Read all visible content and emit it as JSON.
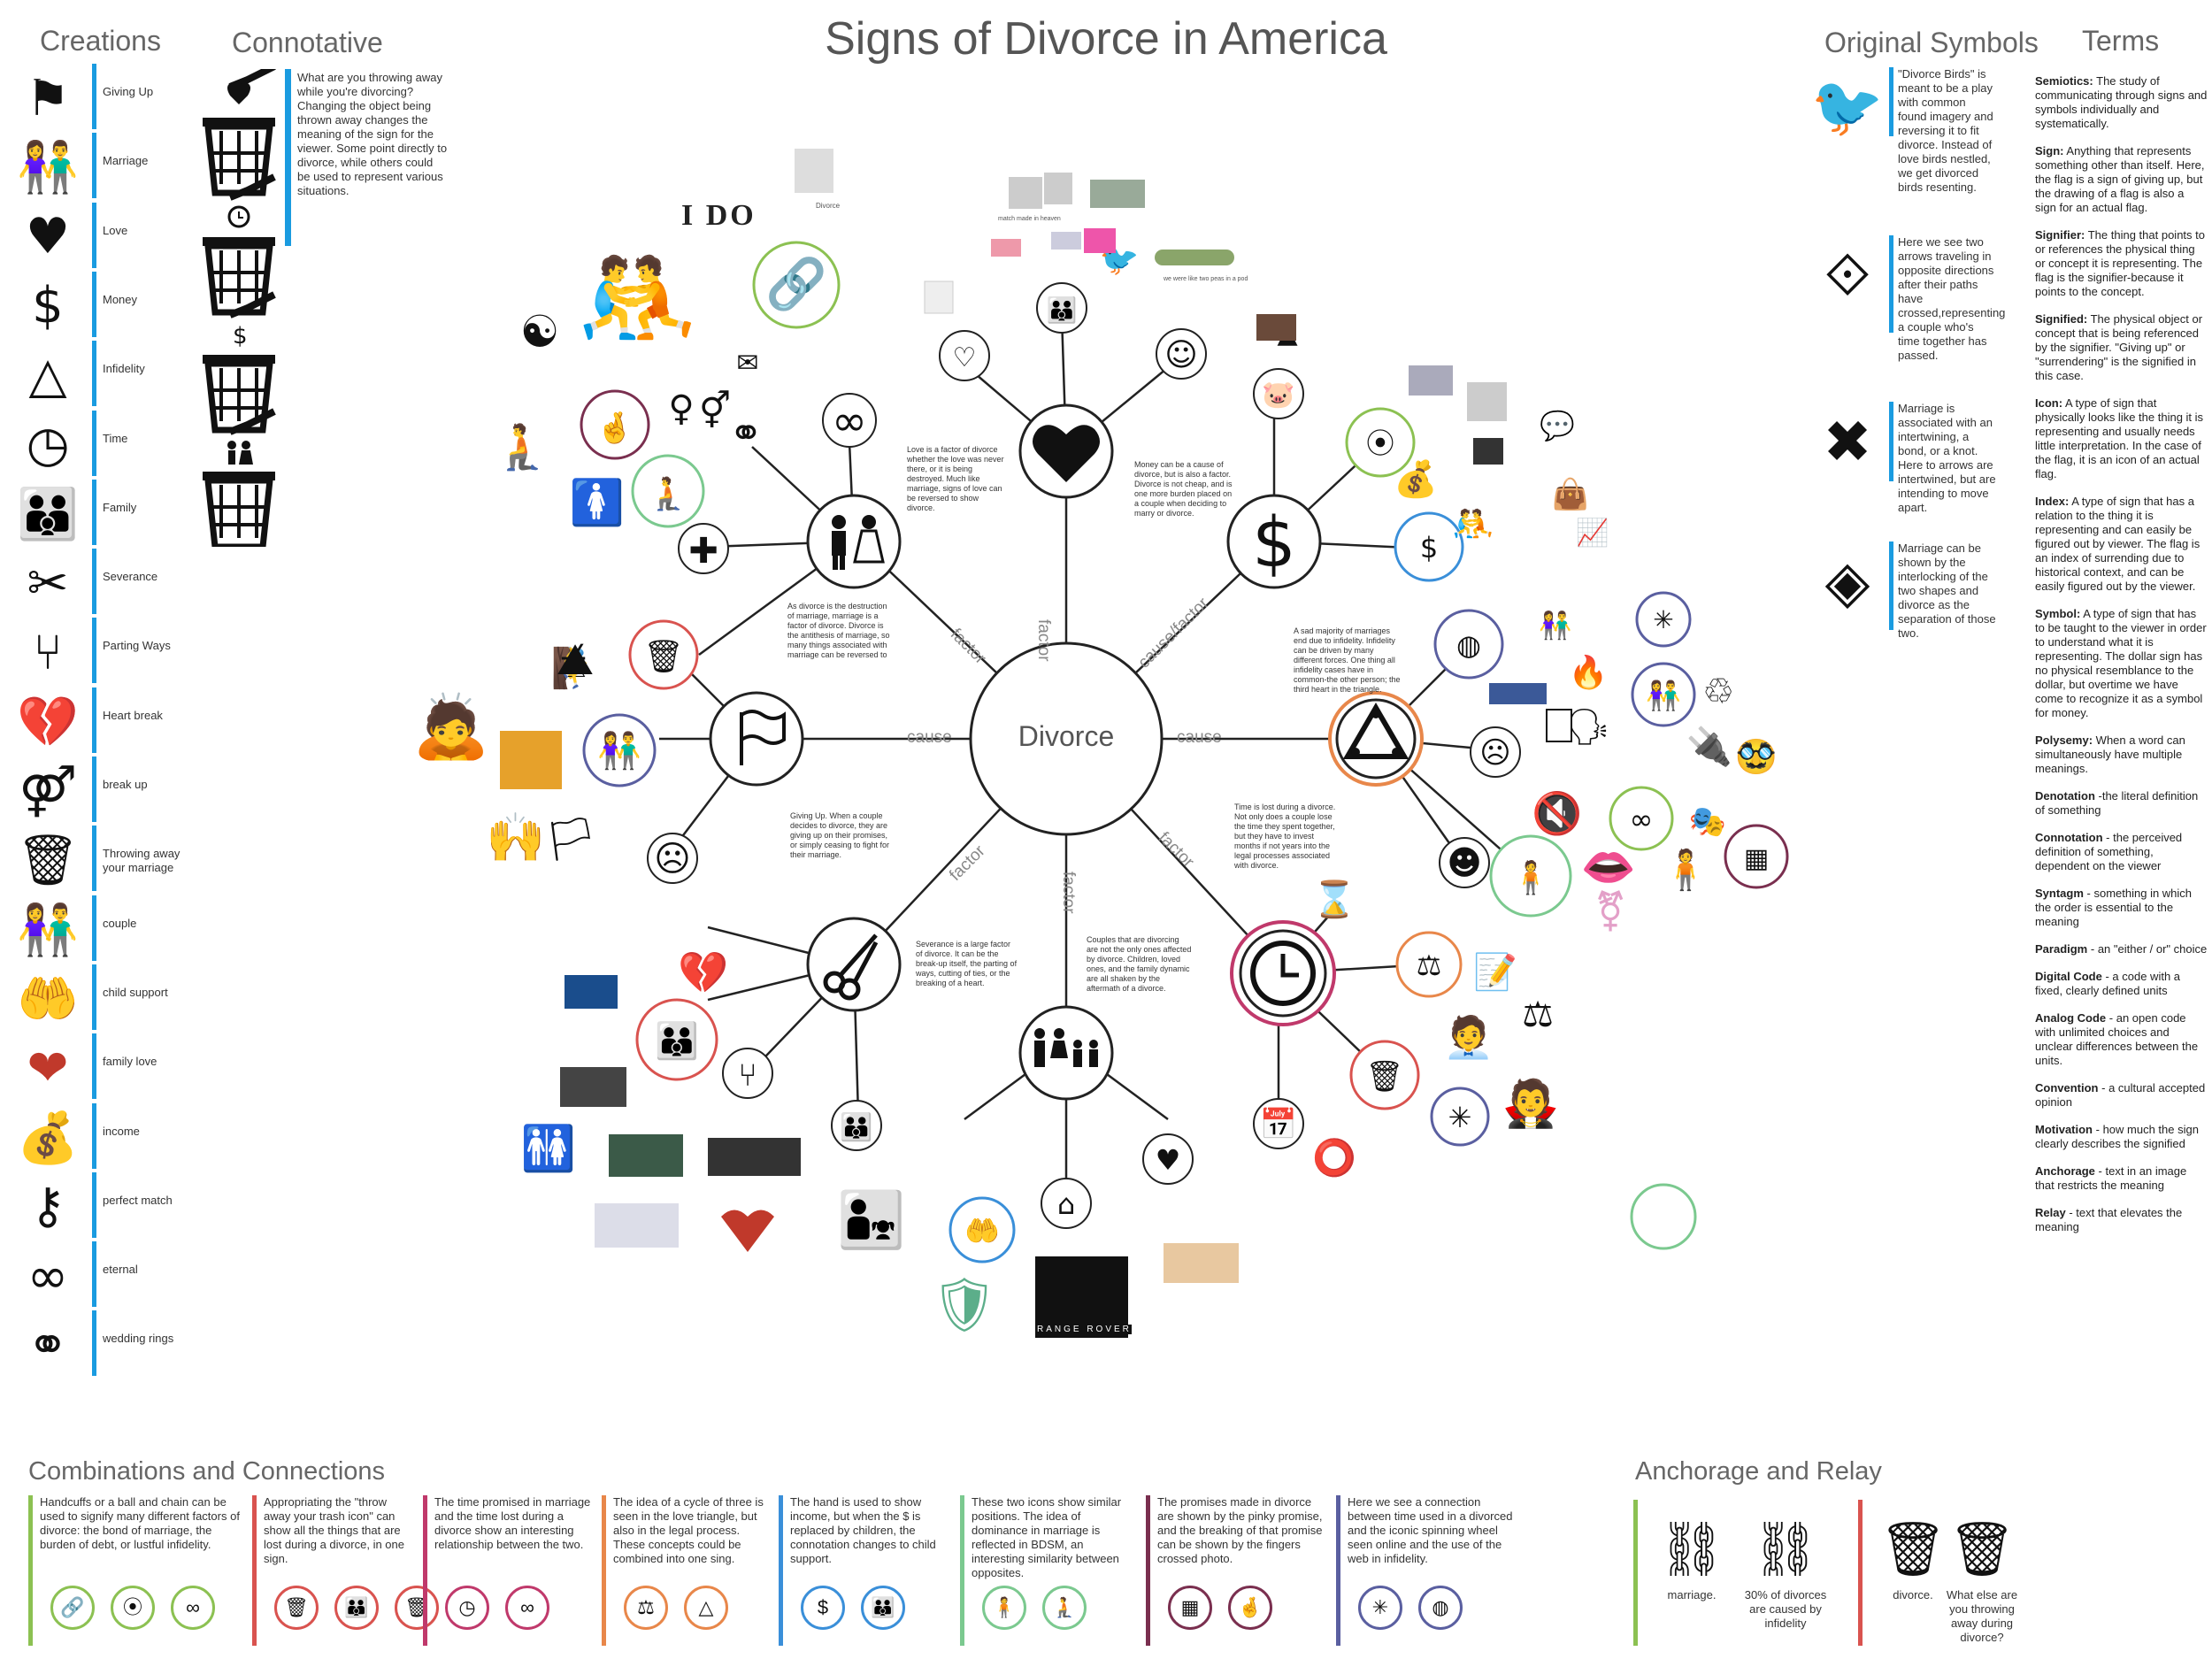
{
  "title": "Signs of Divorce in America",
  "headers": {
    "creations": "Creations",
    "connotative": "Connotative",
    "original_symbols": "Original Symbols",
    "terms": "Terms",
    "combinations": "Combinations and Connections",
    "anchorage": "Anchorage and Relay"
  },
  "creations": [
    {
      "icon": "flag-icon",
      "label": "Giving Up"
    },
    {
      "icon": "marriage-icon",
      "label": "Marriage"
    },
    {
      "icon": "heart-icon",
      "label": "Love"
    },
    {
      "icon": "dollar-icon",
      "label": "Money"
    },
    {
      "icon": "love-triangle-icon",
      "label": "Infidelity"
    },
    {
      "icon": "clock-icon",
      "label": "Time"
    },
    {
      "icon": "family-icon",
      "label": "Family"
    },
    {
      "icon": "scissors-icon",
      "label": "Severance"
    },
    {
      "icon": "parting-ways-icon",
      "label": "Parting Ways"
    },
    {
      "icon": "broken-heart-icon",
      "label": "Heart break"
    },
    {
      "icon": "break-up-icon",
      "label": "break up"
    },
    {
      "icon": "trash-heart-icon",
      "label": "Throwing away your marriage"
    },
    {
      "icon": "couple-icon",
      "label": "couple"
    },
    {
      "icon": "child-support-icon",
      "label": "child support"
    },
    {
      "icon": "family-love-icon",
      "label": "family love"
    },
    {
      "icon": "income-icon",
      "label": "income"
    },
    {
      "icon": "perfect-match-icon",
      "label": "perfect match"
    },
    {
      "icon": "infinity-icon",
      "label": "eternal"
    },
    {
      "icon": "wedding-rings-icon",
      "label": "wedding rings"
    }
  ],
  "connotative_text": "What are you throwing away while you're divorcing? Changing the object being thrown away changes the meaning of the sign for the viewer. Some point directly to divorce, while others could be used to represent various situations.",
  "original_symbols": [
    {
      "icon": "divorce-birds-icon",
      "text": "\"Divorce Birds\" is meant to be a play with common found imagery and reversing it to fit divorce. Instead of love birds nestled, we get divorced birds resenting."
    },
    {
      "icon": "arrows-icon",
      "text": "Here we see two arrows traveling in opposite directions after their paths have crossed,representing a couple who's time together has passed."
    },
    {
      "icon": "intertwined-arrows-icon",
      "text": "Marriage is associated with an intertwining, a bond, or a knot. Here to arrows are intertwined, but are intending to move apart."
    },
    {
      "icon": "interlocking-shapes-icon",
      "text": "Marriage can be shown by the interlocking of the two shapes and divorce as the separation of those two."
    }
  ],
  "terms": [
    {
      "term": "Semiotics:",
      "def": "The study of communicating through signs and symbols individually and systematically."
    },
    {
      "term": "Sign:",
      "def": "Anything that represents something other than itself. Here, the flag is a sign of giving up, but the drawing of a flag is also a sign for an actual flag."
    },
    {
      "term": "Signifier:",
      "def": "The thing that points to or references the physical thing or concept it is representing. The flag is the signifier-because it points to the concept."
    },
    {
      "term": "Signified:",
      "def": "The physical object or concept that is being referenced by the signifier. \"Giving up\" or \"surrendering\" is the signified in this case."
    },
    {
      "term": "Icon:",
      "def": "A type of sign that physically looks like the thing it is representing and usually needs little interpretation. In the case of the flag, it is an icon of an actual flag."
    },
    {
      "term": "Index:",
      "def": "A type of sign that has a relation to the thing it is representing and can easily be figured out by viewer. The flag is an index of surrending due to historical context, and can be easily figured out by the viewer."
    },
    {
      "term": "Symbol:",
      "def": "A type of sign that has to be taught to the viewer in order to understand what it is representing. The dollar sign has no physical resemblance to the dollar, but overtime we have come to recognize it as a symbol for money."
    },
    {
      "term": "Polysemy:",
      "def": "When a word can simultaneously have multiple meanings."
    },
    {
      "term": "Denotation",
      "def": "-the literal definition of something"
    },
    {
      "term": "Connotation",
      "def": "- the perceived definition of something, dependent on the viewer"
    },
    {
      "term": "Syntagm",
      "def": "- something in which the order is essential to the meaning"
    },
    {
      "term": "Paradigm",
      "def": "- an \"either / or\" choice"
    },
    {
      "term": "Digital Code",
      "def": "- a code with a fixed, clearly defined units"
    },
    {
      "term": "Analog Code",
      "def": "- an open code with unlimited choices and unclear differences between the units."
    },
    {
      "term": "Convention",
      "def": "- a cultural accepted opinion"
    },
    {
      "term": "Motivation",
      "def": "- how much the sign clearly describes the signified"
    },
    {
      "term": "Anchorage",
      "def": "- text in an image that restricts the meaning"
    },
    {
      "term": "Relay",
      "def": "- text that elevates the meaning"
    }
  ],
  "center": {
    "label": "Divorce"
  },
  "spoke_labels": {
    "left": "cause",
    "right": "cause",
    "top": "factor",
    "top_left": "factor",
    "top_right": "cause/factor",
    "bottom": "factor",
    "bottom_left": "factor",
    "bottom_right": "factor"
  },
  "node_texts": {
    "love": "Love is a factor of divorce whether the love was never there, or it is being destroyed. Much like marriage, signs of love can be reversed to show divorce.",
    "money": "Money can be a cause of divorce, but is also a factor. Divorce is not cheap, and is one more burden placed on a couple when deciding to marry or divorce.",
    "marriage": "As divorce is the destruction of marriage, marriage is a factor of divorce. Divorce is the antithesis of marriage, so many things associated with marriage can be reversed to",
    "infidelity": "A sad majority of marriages end due to infidelity. Infidelity can be driven by many different forces. One thing all infidelity cases have in common-the other person; the third heart in the triangle.",
    "givingup": "Giving Up. When a couple decides to divorce, they are giving up on their promises, or simply ceasing to fight for their marriage.",
    "time": "Time is lost during a divorce. Not only does a couple lose the time they spent together, but they have to invest months if not years into the legal processes associated with divorce.",
    "severance": "Severance is a large factor of divorce. It can be the break-up itself, the parting of ways, cutting of ties, or the breaking of a heart.",
    "family": "Couples that are divorcing are not the only ones affected by divorce. Children, loved ones, and the family dynamic are all shaken by the aftermath of a divorce."
  },
  "photo_captions": {
    "ido": "I DO",
    "divorce": "Divorce",
    "match": "match made in heaven",
    "peas": "we were like two peas in a pod",
    "range": "RANGE ROVER"
  },
  "combinations": [
    {
      "color": "#8cc152",
      "text": "Handcuffs or a ball and chain can be used to signify many different factors of divorce: the bond of marriage, the burden of debt, or lustful infidelity.",
      "icons": [
        "🔗",
        "⦿",
        "∞"
      ]
    },
    {
      "color": "#d9534f",
      "text": "Appropriating the \"throw away your trash icon\" can show all the things that are lost during a divorce, in one sign.",
      "icons": [
        "🗑",
        "👪",
        "🗑"
      ]
    },
    {
      "color": "#c0396b",
      "text": "The time promised in marriage and the time lost during a divorce show an interesting relationship between the two.",
      "icons": [
        "◷",
        "∞"
      ]
    },
    {
      "color": "#e8874a",
      "text": "The idea of a cycle of three is seen in the love triangle, but also in the legal process. These concepts could be combined into one sing.",
      "icons": [
        "⚖",
        "△"
      ]
    },
    {
      "color": "#3a8fd9",
      "text": "The hand is used to show income, but when the $ is replaced by children, the connotation changes to child support.",
      "icons": [
        "$",
        "👪"
      ]
    },
    {
      "color": "#7bc98f",
      "text": "These two icons show similar positions. The idea of dominance in marriage is reflected in BDSM, an interesting similarity between opposites.",
      "icons": [
        "🧍",
        "🧎"
      ]
    },
    {
      "color": "#7a2f4f",
      "text": "The promises made in divorce are shown by the pinky promise, and the breaking of that promise can be shown by the fingers crossed photo.",
      "icons": [
        "▦",
        "🤞"
      ]
    },
    {
      "color": "#5a5fa0",
      "text": "Here we see a connection between time used in a divorced and the iconic spinning wheel seen online and the use of the web in infidelity.",
      "icons": [
        "✳",
        "◍"
      ]
    }
  ],
  "anchorage": [
    {
      "icon": "handcuffs-icon",
      "caption": "marriage."
    },
    {
      "icon": "handcuffs-icon",
      "caption": "30% of divorces are caused by infidelity"
    },
    {
      "icon": "trash-heart-icon",
      "caption": "divorce."
    },
    {
      "icon": "trash-heart-icon",
      "caption": "What else are you throwing away during divorce?"
    }
  ]
}
